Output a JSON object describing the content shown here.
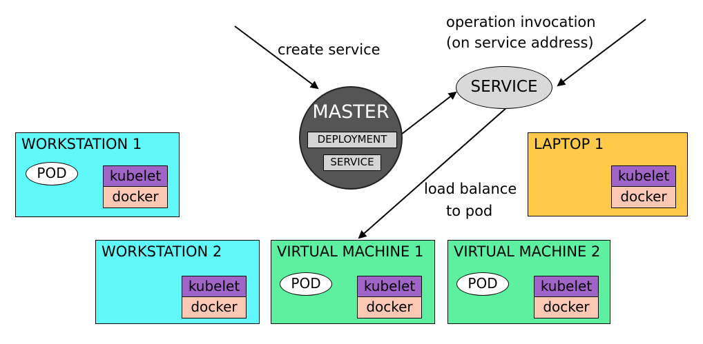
{
  "labels": {
    "create_service": "create service",
    "operation_invocation_line1": "operation invocation",
    "operation_invocation_line2": "(on service address)",
    "load_balance_line1": "load balance",
    "load_balance_line2": "to pod"
  },
  "master": {
    "title": "MASTER",
    "deployment": "DEPLOYMENT",
    "service": "SERVICE"
  },
  "service_node": {
    "label": "SERVICE"
  },
  "nodes": {
    "workstation1": {
      "title": "WORKSTATION 1",
      "pod": "POD",
      "kubelet": "kubelet",
      "docker": "docker"
    },
    "workstation2": {
      "title": "WORKSTATION 2",
      "kubelet": "kubelet",
      "docker": "docker"
    },
    "vm1": {
      "title": "VIRTUAL MACHINE 1",
      "pod": "POD",
      "kubelet": "kubelet",
      "docker": "docker"
    },
    "vm2": {
      "title": "VIRTUAL MACHINE 2",
      "pod": "POD",
      "kubelet": "kubelet",
      "docker": "docker"
    },
    "laptop1": {
      "title": "LAPTOP 1",
      "kubelet": "kubelet",
      "docker": "docker"
    }
  },
  "colors": {
    "workstation": "#60f8f8",
    "virtual_machine": "#5cf0a0",
    "laptop": "#ffc94a",
    "kubelet": "#a064c8",
    "docker": "#fbc8b4",
    "master": "#555555",
    "service_ellipse": "#d9d9d9"
  }
}
